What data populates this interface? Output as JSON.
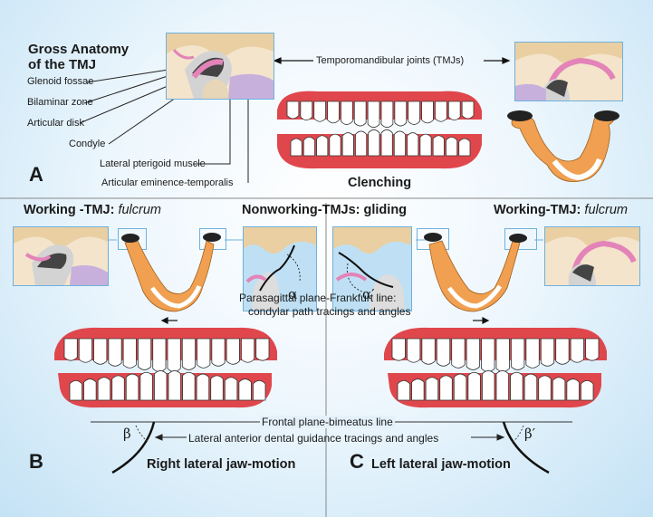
{
  "section_a": {
    "heading_line1": "Gross Anatomy",
    "heading_line2": "of the TMJ",
    "labels": {
      "glenoid": "Glenoid fossae",
      "bilaminar": "Bilaminar zone",
      "disk": "Articular disk",
      "condyle": "Condyle",
      "pterygoid": "Lateral pterigoid muscle",
      "eminence": "Articular eminence-temporalis"
    },
    "tmj_label": "Temporomandibular joints (TMJs)",
    "clenching": "Clenching",
    "letter": "A"
  },
  "section_b": {
    "working_prefix": "Working -TMJ: ",
    "working_suffix": "fulcrum",
    "motion": "Right lateral jaw-motion",
    "letter": "B",
    "beta": "β"
  },
  "section_c": {
    "working_prefix": "Working-TMJ: ",
    "working_suffix": "fulcrum",
    "motion": "Left lateral jaw-motion",
    "letter": "C",
    "beta": "β′"
  },
  "center": {
    "nonworking": "Nonworking-TMJs: gliding",
    "para_line1": "Parasagittal plane-Frankfurt line:",
    "para_line2": "condylar path tracings and angles",
    "alpha": "α",
    "alpha_prime": "α′",
    "frontal": "Frontal plane-bimeatus line",
    "lateral_guidance": "Lateral anterior dental guidance tracings and angles"
  },
  "colors": {
    "gum": "#e0474c",
    "bone": "#f0a050",
    "disk_pink": "#e383b8",
    "panel_border": "#6fb1dc",
    "pterygoid_purple": "#c8b0dd"
  }
}
